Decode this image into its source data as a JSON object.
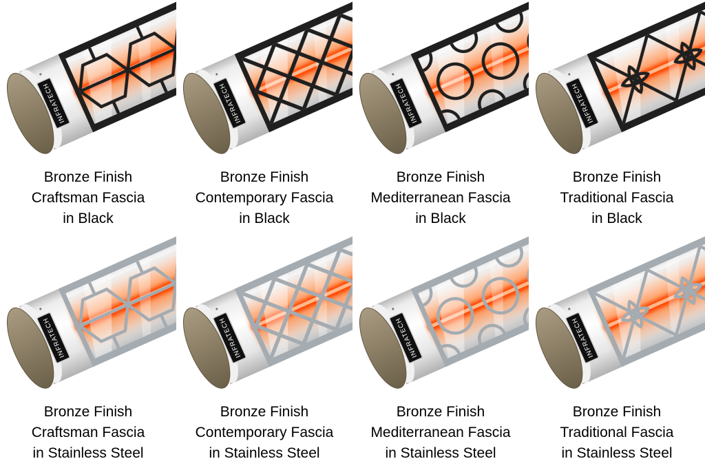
{
  "page": {
    "background": "#ffffff"
  },
  "brand": {
    "label": "INFRATECH"
  },
  "colors": {
    "bronze_cap": "#8e8168",
    "bronze_cap_light": "#a89b82",
    "bronze_cap_dark": "#6b6049",
    "grille_black": "#1f1f1f",
    "grille_stainless": "#a4abb1",
    "element_glow": "#ff7a2a",
    "element_core": "#ff4500",
    "element_highlight": "#ffc49a",
    "badge_bg": "#101010",
    "badge_text": "#ffffff",
    "body_white": "#ffffff",
    "caption_text": "#000000"
  },
  "products": [
    {
      "caption": "Bronze Finish\nCraftsman Fascia\nin Black",
      "pattern": "craftsman",
      "grille": "black"
    },
    {
      "caption": "Bronze Finish\nContemporary Fascia\nin Black",
      "pattern": "contemporary",
      "grille": "black"
    },
    {
      "caption": "Bronze Finish\nMediterranean Fascia\nin Black",
      "pattern": "mediterranean",
      "grille": "black"
    },
    {
      "caption": "Bronze Finish\nTraditional Fascia\nin Black",
      "pattern": "traditional",
      "grille": "black"
    },
    {
      "caption": "Bronze Finish\nCraftsman Fascia\nin Stainless Steel",
      "pattern": "craftsman",
      "grille": "stainless"
    },
    {
      "caption": "Bronze Finish\nContemporary Fascia\nin Stainless Steel",
      "pattern": "contemporary",
      "grille": "stainless"
    },
    {
      "caption": "Bronze Finish\nMediterranean Fascia\nin Stainless Steel",
      "pattern": "mediterranean",
      "grille": "stainless"
    },
    {
      "caption": "Bronze Finish\nTraditional Fascia\nin Stainless Steel",
      "pattern": "traditional",
      "grille": "stainless"
    }
  ]
}
